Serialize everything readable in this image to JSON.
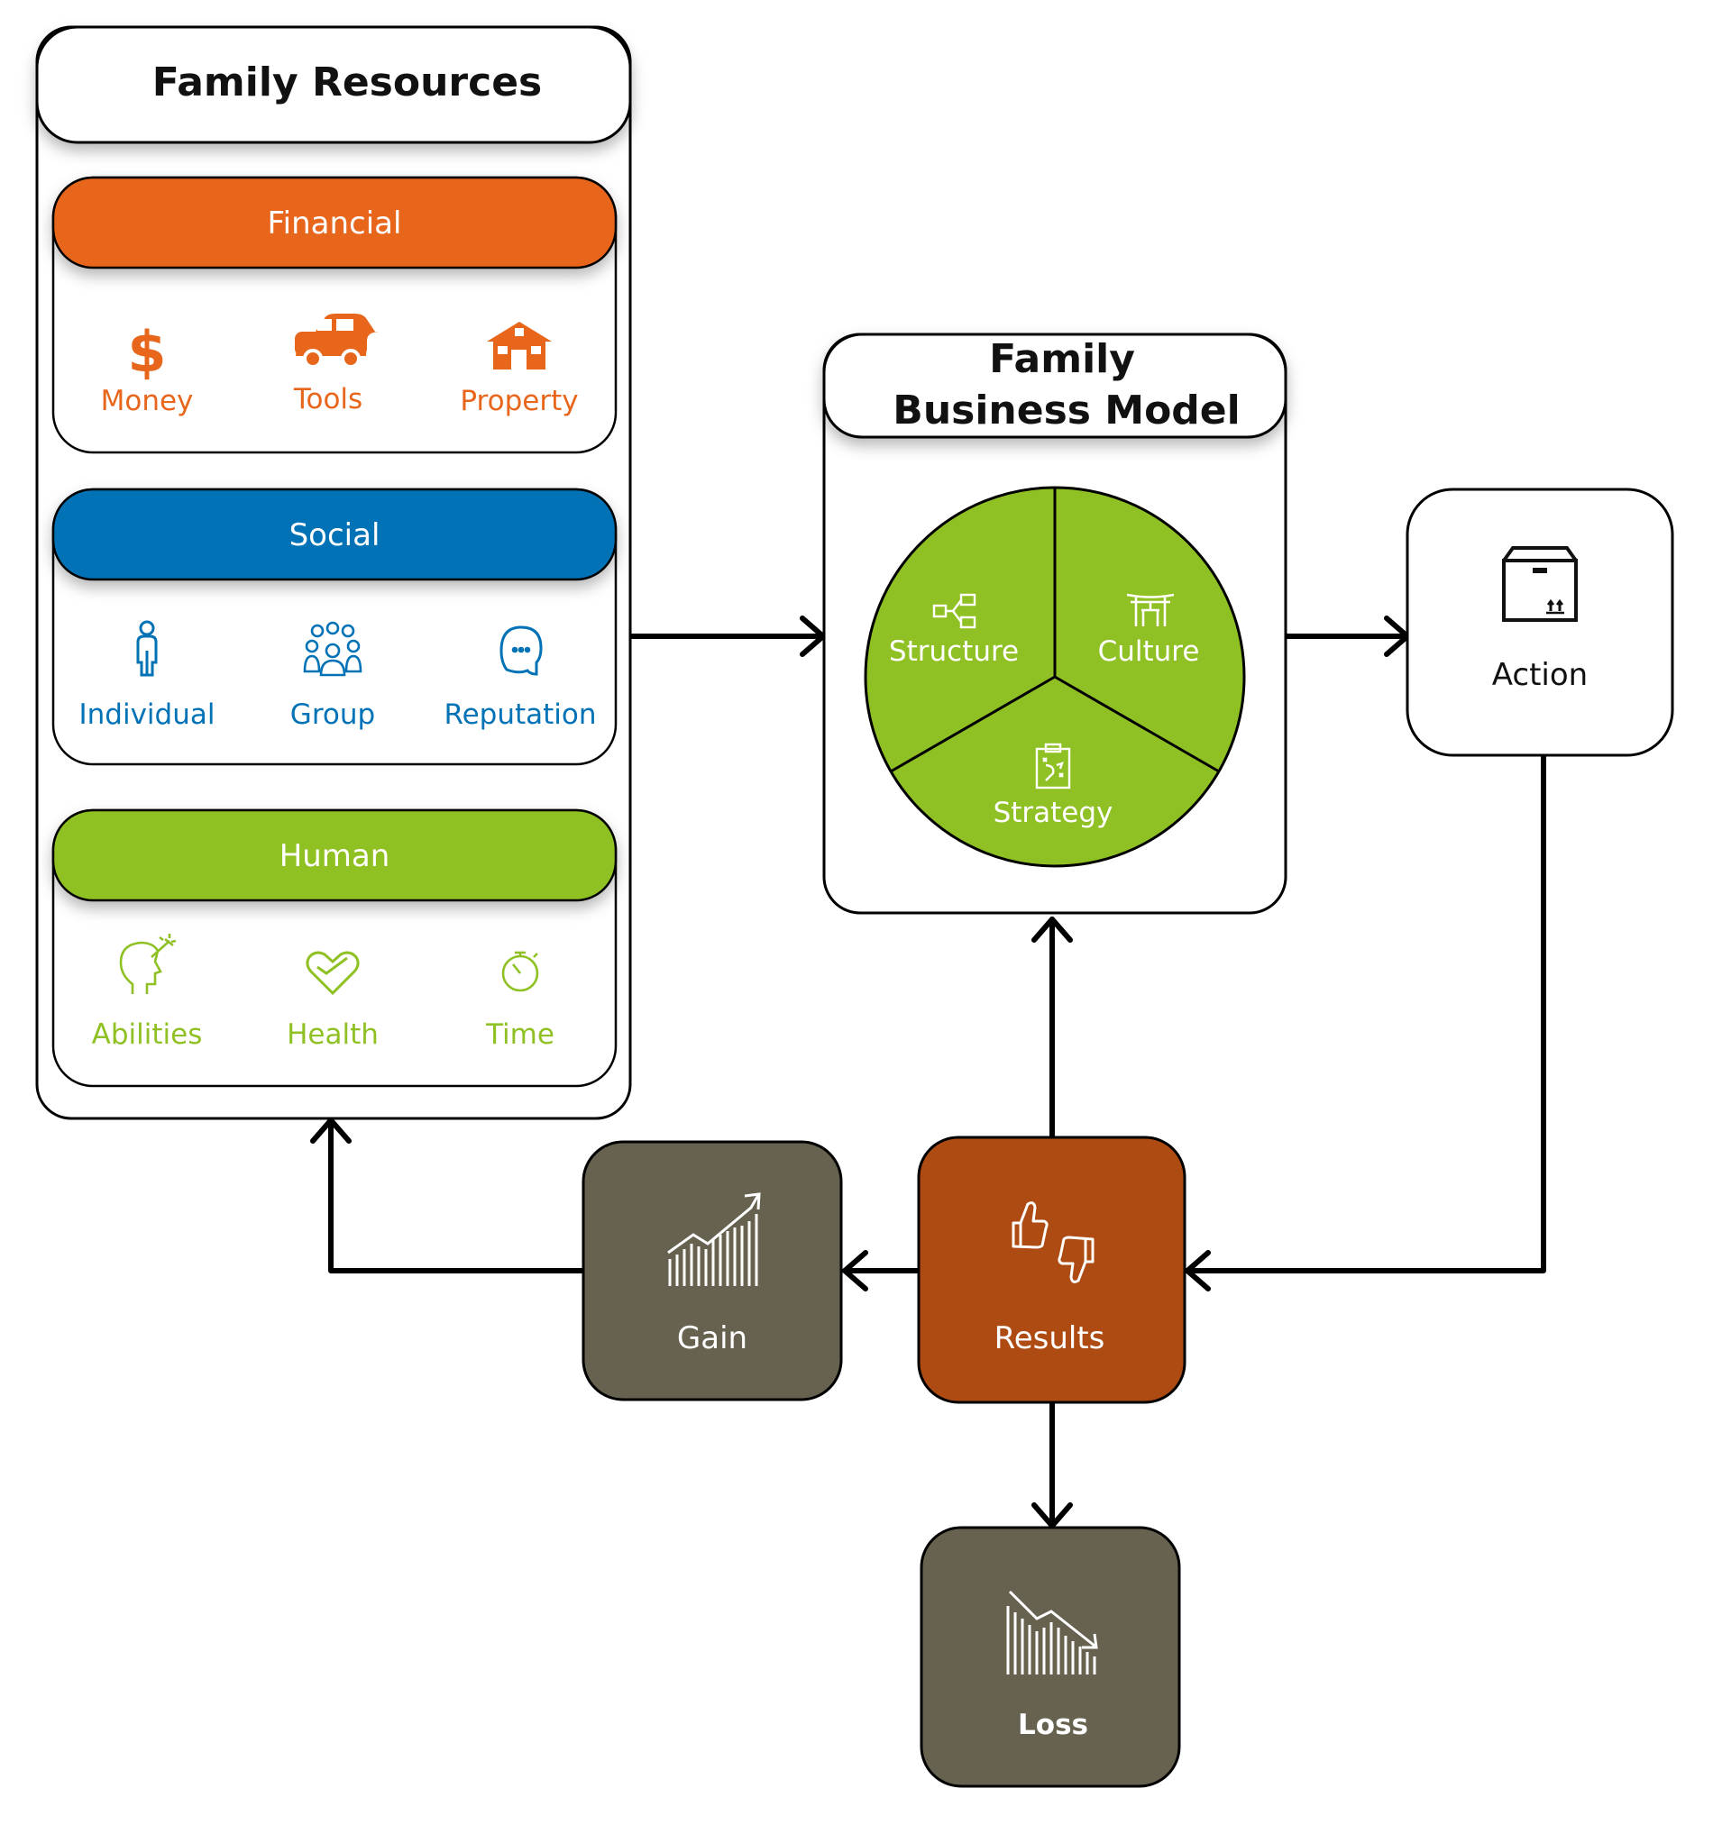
{
  "resources": {
    "title": "Family Resources",
    "groups": [
      {
        "name": "Financial",
        "color": "#E8661B",
        "text_color": "#E8661B",
        "items": [
          {
            "label": "Money",
            "icon": "dollar-icon"
          },
          {
            "label": "Tools",
            "icon": "car-icon"
          },
          {
            "label": "Property",
            "icon": "house-icon"
          }
        ]
      },
      {
        "name": "Social",
        "color": "#0072B5",
        "text_color": "#0072B5",
        "items": [
          {
            "label": "Individual",
            "icon": "person-icon"
          },
          {
            "label": "Group",
            "icon": "group-icon"
          },
          {
            "label": "Reputation",
            "icon": "speech-head-icon"
          }
        ]
      },
      {
        "name": "Human",
        "color": "#8FC124",
        "text_color": "#8FC124",
        "items": [
          {
            "label": "Abilities",
            "icon": "head-spark-icon"
          },
          {
            "label": "Health",
            "icon": "heart-icon"
          },
          {
            "label": "Time",
            "icon": "stopwatch-icon"
          }
        ]
      }
    ]
  },
  "model": {
    "title_line1": "Family",
    "title_line2": "Business Model",
    "pie_color": "#8FC124",
    "segments": [
      {
        "label": "Structure",
        "icon": "hierarchy-icon"
      },
      {
        "label": "Culture",
        "icon": "torii-gate-icon"
      },
      {
        "label": "Strategy",
        "icon": "clipboard-plan-icon"
      }
    ]
  },
  "action": {
    "label": "Action",
    "icon": "package-box-icon"
  },
  "results": {
    "label": "Results",
    "icon": "thumbs-up-down-icon",
    "color": "#AD4B12"
  },
  "gain": {
    "label": "Gain",
    "icon": "chart-up-icon",
    "color": "#66624F"
  },
  "loss": {
    "label": "Loss",
    "icon": "chart-down-icon",
    "color": "#66624F"
  }
}
